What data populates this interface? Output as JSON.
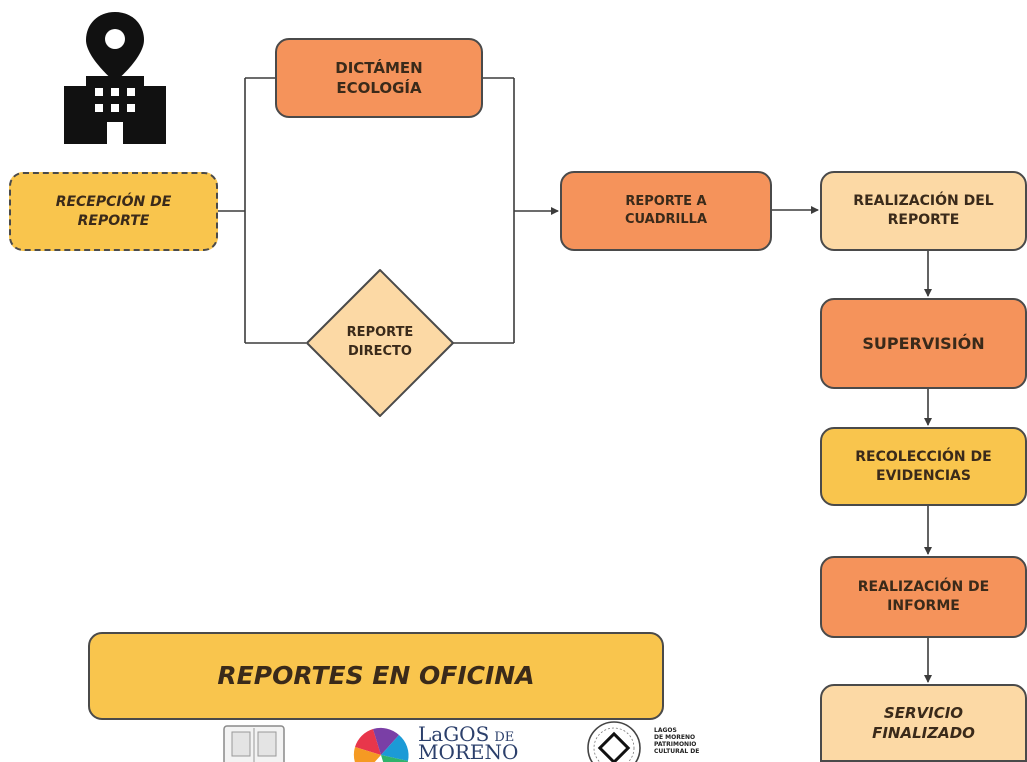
{
  "nodes": {
    "dictamen_ecologia": "DICTÁMEN\nECOLOGÍA",
    "recepcion_reporte": "RECEPCIÓN DE\nREPORTE",
    "reporte_directo": "REPORTE\nDIRECTO",
    "reporte_cuadrilla": "REPORTE A\nCUADRILLA",
    "realizacion_reporte": "REALIZACIÓN DEL\nREPORTE",
    "supervision": "SUPERVISIÓN",
    "recoleccion_evidencias": "RECOLECCIÓN DE\nEVIDENCIAS",
    "realizacion_informe": "REALIZACIÓN DE\nINFORME",
    "servicio_finalizado": "SERVICIO\nFINALIZADO"
  },
  "banner": "REPORTES EN OFICINA",
  "logos": {
    "lagos_de_moreno_line1": "LaGOS",
    "lagos_de_moreno_de": "DE",
    "lagos_de_moreno_line2": "MORENO",
    "patrimonio_text": "LAGOS\nDE MORENO\nPATRIMONIO\nCULTURAL DE"
  },
  "icons": [
    "location-pin-building-icon",
    "municipal-shield-icon",
    "pinwheel-logo-icon",
    "heritage-seal-icon"
  ],
  "colors": {
    "dark_orange": "#f5935b",
    "yellow": "#f9c54d",
    "light_peach": "#fcd9a5",
    "connector": "#3c3c3c",
    "icon": "#111111"
  }
}
